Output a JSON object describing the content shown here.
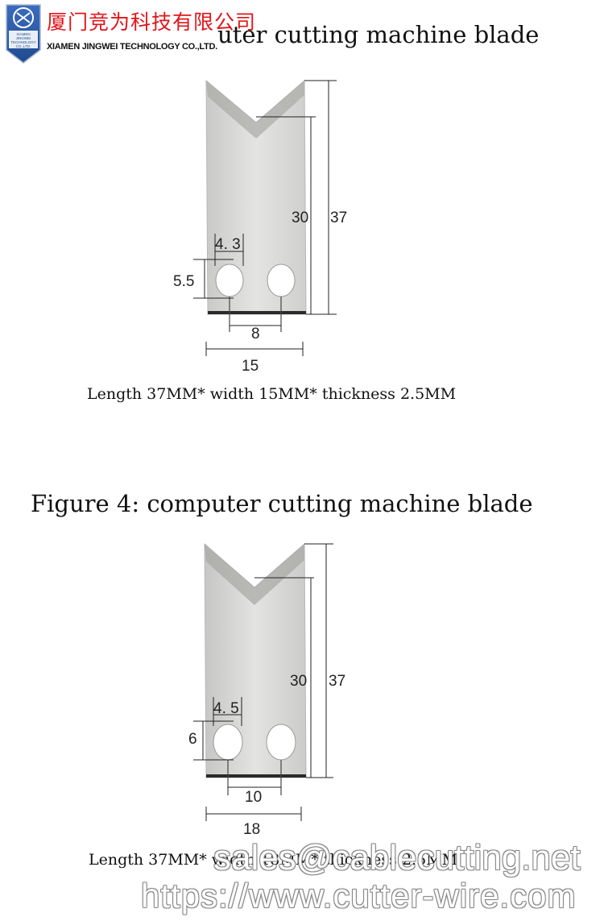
{
  "header": {
    "company_cn": "厦门竞为科技有限公司",
    "company_en": "XIAMEN JINGWEI TECHNOLOGY CO.,LTD.",
    "badge_lines": [
      "XIAMEN",
      "JINGWEI",
      "TECHNOLOGY",
      "CO.,LTD."
    ]
  },
  "figure3": {
    "title_partial": "uter cutting machine blade",
    "dims": {
      "total_height": "37",
      "blade_height": "30",
      "hole_width": "4. 3",
      "hole_height": "5.5",
      "hole_spacing": "8",
      "width": "15"
    },
    "caption": "Length 37MM* width 15MM* thickness 2.5MM"
  },
  "figure4": {
    "title": "Figure 4:  computer cutting machine blade",
    "dims": {
      "total_height": "37",
      "blade_height": "30",
      "hole_width": "4. 5",
      "hole_height": "6",
      "hole_spacing": "10",
      "width": "18"
    },
    "caption": "Length 37MM* width 18MM* thickness 2.5MM"
  },
  "watermark": {
    "email": "sales@cablecutting.net",
    "url": "https://www.cutter-wire.com"
  },
  "colors": {
    "brand_red": "#e0161b",
    "badge_blue": "#2a5aa8",
    "blade_metal": "#d8d8d6"
  }
}
